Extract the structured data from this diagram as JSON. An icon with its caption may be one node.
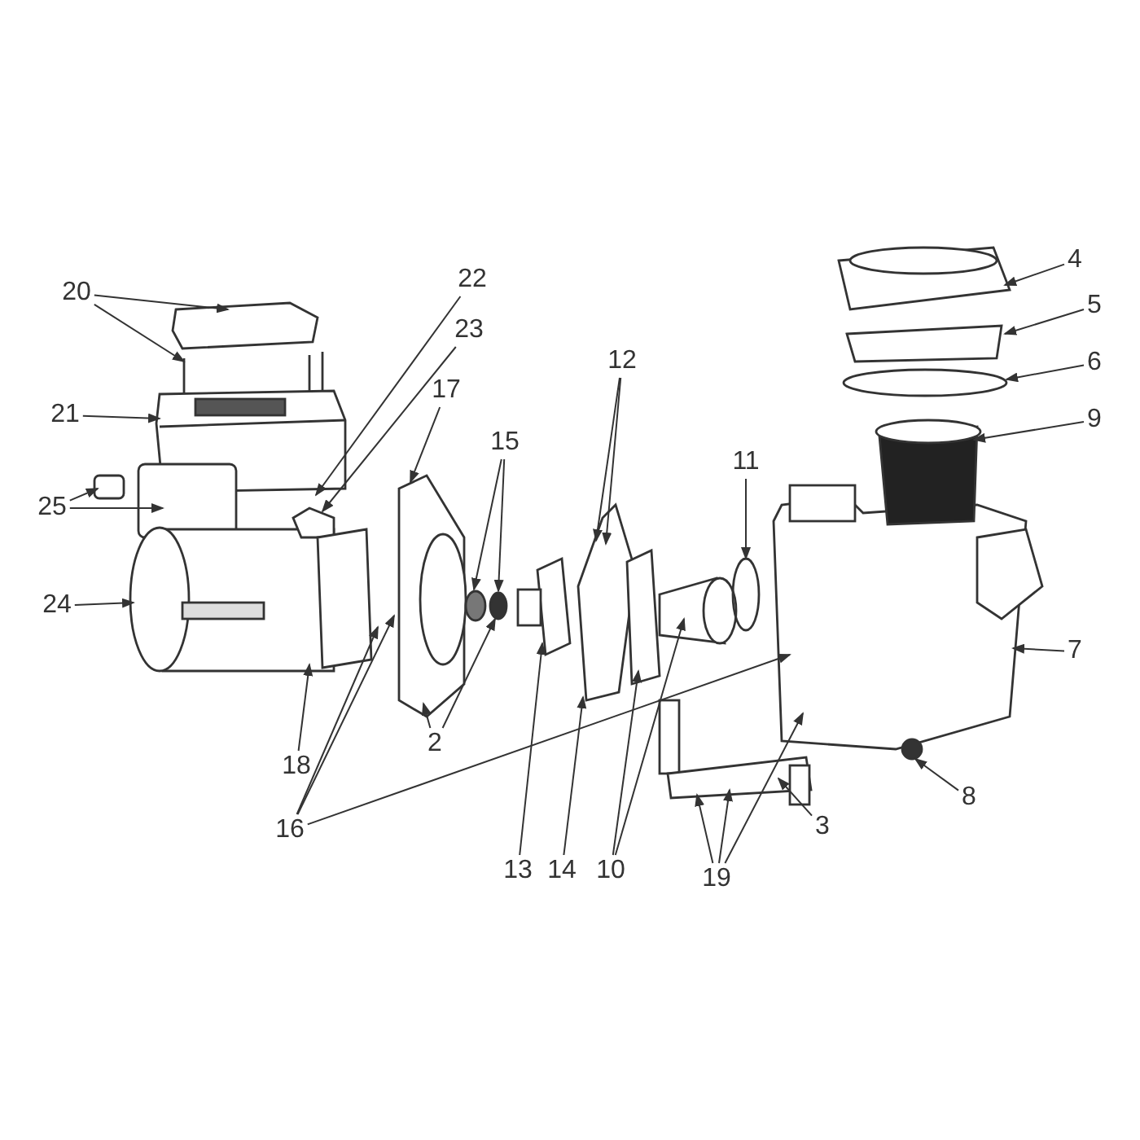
{
  "diagram": {
    "nodes": [
      {
        "text": [
          "20"
        ]
      },
      {
        "text": [
          "22"
        ]
      },
      {
        "text": [
          "4"
        ]
      },
      {
        "text": [
          "23"
        ]
      },
      {
        "text": [
          "5"
        ]
      },
      {
        "text": [
          "17"
        ]
      },
      {
        "text": [
          "12"
        ]
      },
      {
        "text": [
          "6"
        ]
      },
      {
        "text": [
          "21"
        ]
      },
      {
        "text": [
          "15"
        ]
      },
      {
        "text": [
          "9"
        ]
      },
      {
        "text": [
          "11"
        ]
      },
      {
        "text": [
          "25"
        ]
      },
      {
        "text": [
          "24"
        ]
      },
      {
        "text": [
          "7"
        ]
      },
      {
        "text": [
          "2"
        ]
      },
      {
        "text": [
          "18"
        ]
      },
      {
        "text": [
          "8"
        ]
      },
      {
        "text": [
          "16"
        ]
      },
      {
        "text": [
          "3"
        ]
      },
      {
        "text": [
          "13"
        ]
      },
      {
        "text": [
          "14"
        ]
      },
      {
        "text": [
          "10"
        ]
      },
      {
        "text": [
          "19"
        ]
      }
    ],
    "edges": [
      {
        "from": 0,
        "to": null,
        "arrow": "to"
      },
      {
        "from": 0,
        "to": null,
        "arrow": "to"
      },
      {
        "from": 1,
        "to": null,
        "arrow": "to"
      },
      {
        "from": 2,
        "to": null,
        "arrow": "to"
      },
      {
        "from": 3,
        "to": null,
        "arrow": "to"
      },
      {
        "from": 4,
        "to": null,
        "arrow": "to"
      },
      {
        "from": 5,
        "to": null,
        "arrow": "to"
      },
      {
        "from": 6,
        "to": null,
        "arrow": "to"
      },
      {
        "from": 6,
        "to": null,
        "arrow": "to"
      },
      {
        "from": 7,
        "to": null,
        "arrow": "to"
      },
      {
        "from": 8,
        "to": null,
        "arrow": "to"
      },
      {
        "from": 9,
        "to": null,
        "arrow": "to"
      },
      {
        "from": 9,
        "to": null,
        "arrow": "to"
      },
      {
        "from": 10,
        "to": null,
        "arrow": "to"
      },
      {
        "from": 11,
        "to": null,
        "arrow": "to"
      },
      {
        "from": 12,
        "to": null,
        "arrow": "to"
      },
      {
        "from": 12,
        "to": null,
        "arrow": "to"
      },
      {
        "from": 13,
        "to": null,
        "arrow": "to"
      },
      {
        "from": 14,
        "to": null,
        "arrow": "to"
      },
      {
        "from": 15,
        "to": null,
        "arrow": "to"
      },
      {
        "from": 15,
        "to": null,
        "arrow": "to"
      },
      {
        "from": 16,
        "to": null,
        "arrow": "to"
      },
      {
        "from": 17,
        "to": null,
        "arrow": "to"
      },
      {
        "from": 18,
        "to": null,
        "arrow": "to"
      },
      {
        "from": 18,
        "to": null,
        "arrow": "to"
      },
      {
        "from": 18,
        "to": null,
        "arrow": "to"
      },
      {
        "from": 19,
        "to": null,
        "arrow": "to"
      },
      {
        "from": 20,
        "to": null,
        "arrow": "to"
      },
      {
        "from": 21,
        "to": null,
        "arrow": "to"
      },
      {
        "from": 22,
        "to": null,
        "arrow": "to"
      },
      {
        "from": 22,
        "to": null,
        "arrow": "to"
      },
      {
        "from": 23,
        "to": null,
        "arrow": "to"
      },
      {
        "from": 23,
        "to": null,
        "arrow": "to"
      },
      {
        "from": 23,
        "to": null,
        "arrow": "to"
      }
    ]
  }
}
